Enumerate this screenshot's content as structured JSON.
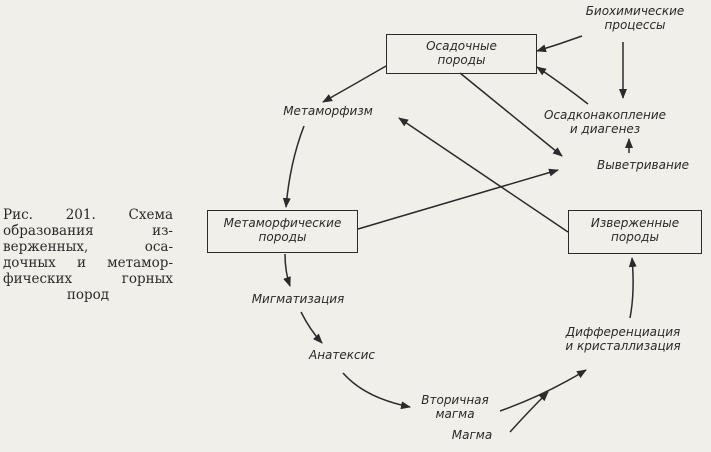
{
  "nodes": {
    "sedimentary": [
      "Осадочные",
      "породы"
    ],
    "metamorphic": [
      "Метаморфические",
      "породы"
    ],
    "igneous": [
      "Изверженные",
      "породы"
    ],
    "biochemical": [
      "Биохимические",
      "процессы"
    ],
    "sedimentation": [
      "Осадконакопление",
      "и диагенез"
    ],
    "weathering": "Выветривание",
    "metamorphism": "Метаморфизм",
    "migmatization": "Мигматизация",
    "anatexis": "Анатексис",
    "secondary_magma": [
      "Вторичная",
      "магма"
    ],
    "magma": "Магма",
    "differentiation": [
      "Дифференциация",
      "и кристаллизация"
    ]
  },
  "caption": [
    "Рис. 201. Схема",
    "образования из-",
    "верженных, оса-",
    "дочных и метамор-",
    "фических горных",
    "пород"
  ]
}
